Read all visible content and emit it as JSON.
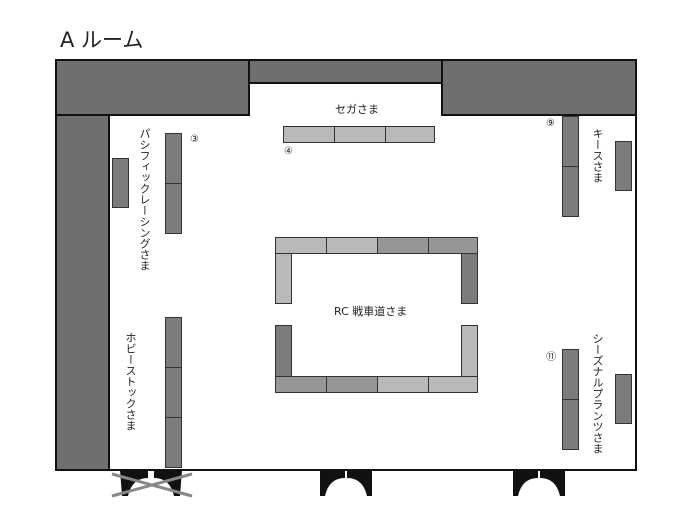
{
  "title": "A ルーム",
  "booths": {
    "sega": "セガさま",
    "pacific": "パシフィックレーシングさま",
    "hobby": "ホビーストックさま",
    "kiss": "キースさま",
    "seasonal": "シーズナルプランツさま",
    "rc": "RC 戦車道さま"
  },
  "numbers": {
    "n3": "③",
    "n4": "④",
    "n9": "⑨",
    "n11": "⑪"
  },
  "colors": {
    "wall": "#6f6f6f",
    "table_dark": "#7c7c7c",
    "table_mid": "#969696",
    "table_light": "#b9b9b9"
  }
}
